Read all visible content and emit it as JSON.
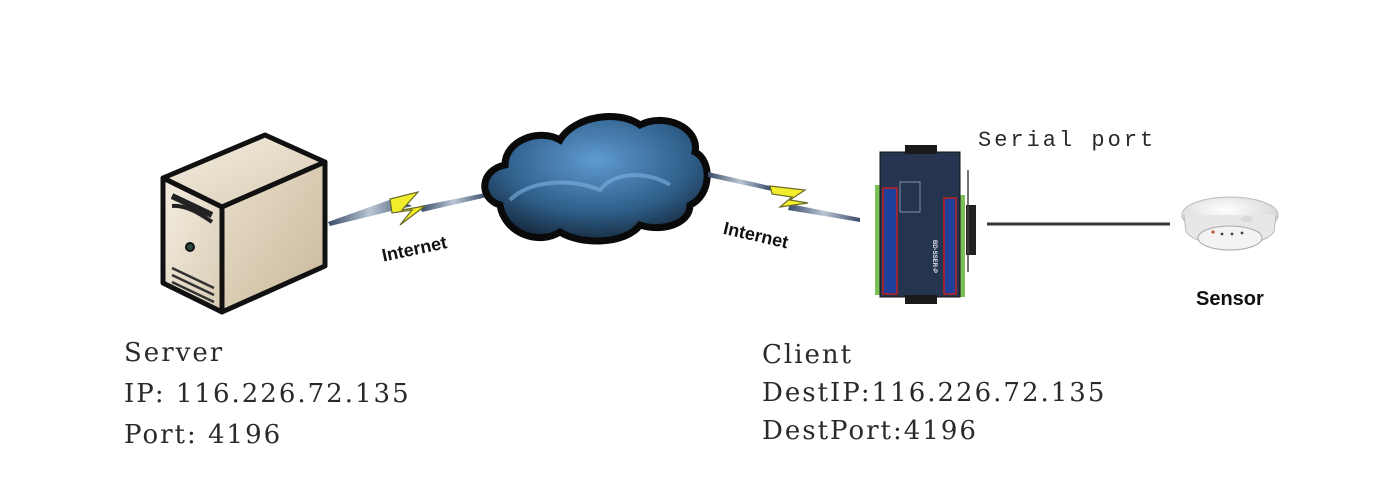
{
  "server": {
    "title": "Server",
    "ip_line": "IP: 116.226.72.135",
    "port_line": "Port: 4196"
  },
  "client": {
    "title": "Client",
    "dest_ip_line": "DestIP:116.226.72.135",
    "dest_port_line": "DestPort:4196"
  },
  "links": {
    "left_label": "Internet",
    "right_label": "Internet"
  },
  "serial_port_label": "Serial port",
  "sensor_label": "Sensor",
  "device_model": "BD-SSER-P",
  "icons": [
    "server-icon",
    "cloud-icon",
    "lightning-icon",
    "serial-device-icon",
    "smoke-sensor-icon"
  ]
}
